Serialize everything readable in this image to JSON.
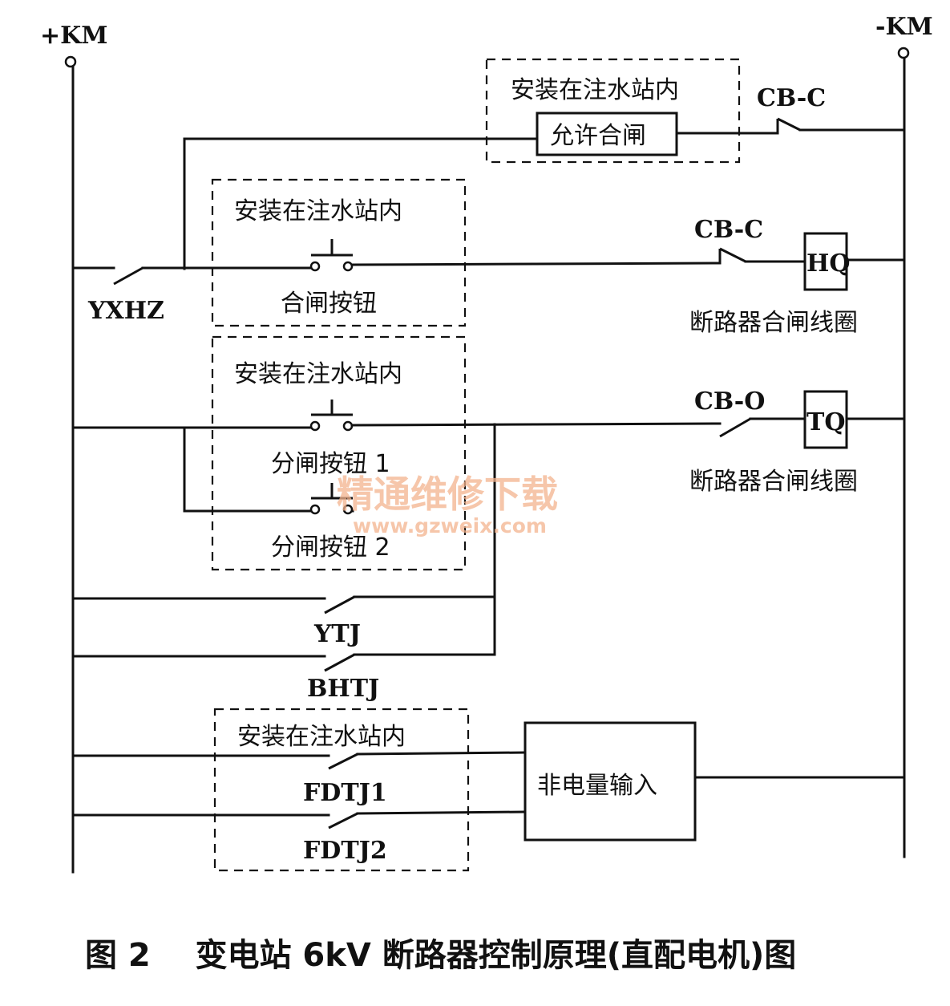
{
  "rails": {
    "positive": "+KM",
    "negative": "-KM"
  },
  "labels": {
    "install_note": "安装在注水站内",
    "permit_close": "允许合闸",
    "cb_c": "CB-C",
    "cb_o": "CB-O",
    "yxhz": "YXHZ",
    "close_button": "合闸按钮",
    "hq": "HQ",
    "tq": "TQ",
    "close_coil": "断路器合闸线圈",
    "open_button_1": "分闸按钮 1",
    "open_button_2": "分闸按钮 2",
    "ytj": "YTJ",
    "bhtj": "BHTJ",
    "fdtj1": "FDTJ1",
    "fdtj2": "FDTJ2",
    "non_electric_input": "非电量输入"
  },
  "watermark": {
    "line1": "精通维修下载",
    "line2": "www.gzweix.com"
  },
  "caption": "图 2    变电站 6kV 断路器控制原理(直配电机)图"
}
